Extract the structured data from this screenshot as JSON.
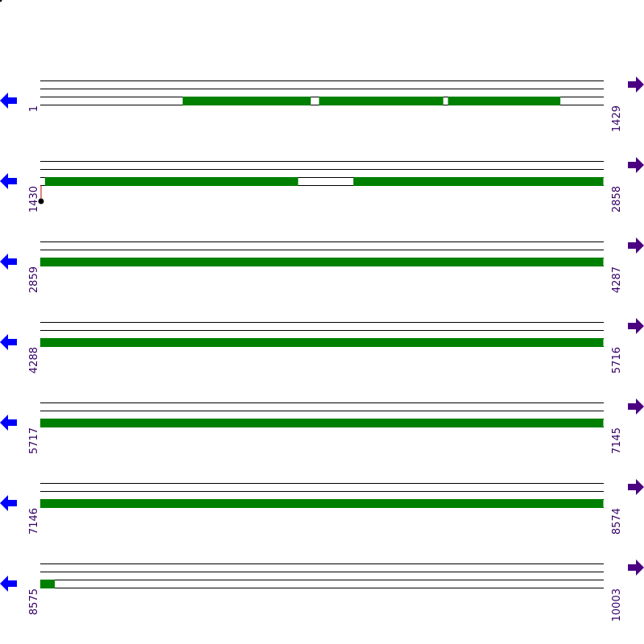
{
  "colors": {
    "background": "#ffffff",
    "track_line": "#000000",
    "feature": "#008000",
    "left_arrow": "#0000ff",
    "right_arrow": "#4b0082",
    "coordinate_text": "#330066",
    "marker_line": "#cc0000",
    "marker_dot": "#000000"
  },
  "icons": {
    "left": "arrow-left-icon",
    "right": "arrow-right-icon",
    "marker": "site-marker-icon"
  },
  "rows": [
    {
      "start": 1,
      "end": 1429,
      "start_label": "1",
      "end_label": "1429",
      "features": [
        [
          362,
          687
        ],
        [
          708,
          1023
        ],
        [
          1035,
          1320
        ]
      ]
    },
    {
      "start": 1430,
      "end": 2858,
      "start_label": "1430",
      "end_label": "2858",
      "features": [
        [
          1442,
          2084
        ],
        [
          2224,
          2858
        ]
      ],
      "marker": 1430
    },
    {
      "start": 2859,
      "end": 4287,
      "start_label": "2859",
      "end_label": "4287",
      "features": [
        [
          2859,
          4287
        ]
      ]
    },
    {
      "start": 4288,
      "end": 5716,
      "start_label": "4288",
      "end_label": "5716",
      "features": [
        [
          4288,
          5716
        ]
      ]
    },
    {
      "start": 5717,
      "end": 7145,
      "start_label": "5717",
      "end_label": "7145",
      "features": [
        [
          5717,
          7145
        ]
      ]
    },
    {
      "start": 7146,
      "end": 8574,
      "start_label": "7146",
      "end_label": "8574",
      "features": [
        [
          7146,
          8574
        ]
      ]
    },
    {
      "start": 8575,
      "end": 10003,
      "start_label": "8575",
      "end_label": "10003",
      "features": [
        [
          8575,
          8612
        ]
      ]
    }
  ]
}
